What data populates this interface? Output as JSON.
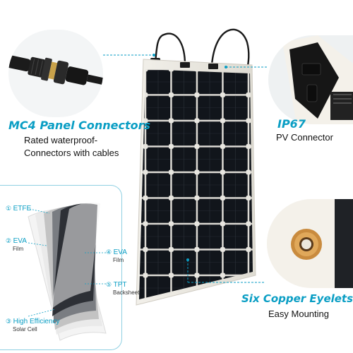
{
  "callouts": {
    "mc4": {
      "title": "MC4 Panel Connectors",
      "line1": "Rated waterproof-",
      "line2": "Connectors with cables"
    },
    "ip67": {
      "title": "IP67",
      "subtitle": "PV Connector"
    },
    "eyelets": {
      "title": "Six Copper Eyelets",
      "subtitle": "Easy Mounting"
    }
  },
  "layers": [
    {
      "num": "①",
      "name": "ETFE",
      "sub": ""
    },
    {
      "num": "②",
      "name": "EVA",
      "sub": "Film"
    },
    {
      "num": "③",
      "name": "High Efficiency",
      "sub": "Solar Cell"
    },
    {
      "num": "④",
      "name": "EVA",
      "sub": "Film"
    },
    {
      "num": "⑤",
      "name": "TPT",
      "sub": "Backsheet"
    }
  ],
  "colors": {
    "accent": "#0a9ec4",
    "panel_frame": "#e8e6e0",
    "cell": "#12161c",
    "cable": "#1a1a1a"
  },
  "icons": [
    "mc4-connector-photo",
    "junction-box-photo",
    "copper-eyelet-photo",
    "solar-panel-photo",
    "layer-stack-diagram"
  ]
}
